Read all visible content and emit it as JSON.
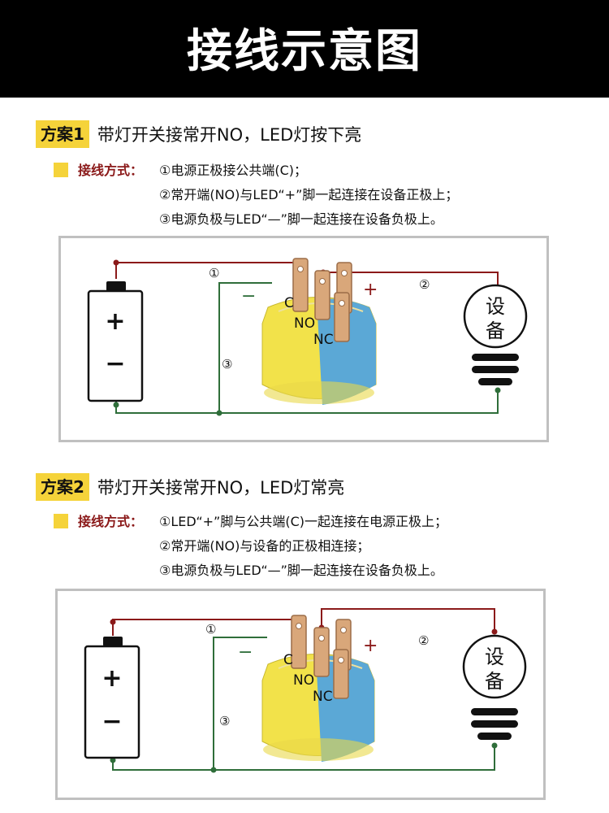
{
  "header": {
    "title": "接线示意图"
  },
  "sections": [
    {
      "badge": "方案1",
      "title": "带灯开关接常开NO，LED灯按下亮",
      "method_label": "接线方式：",
      "lines": [
        "①电源正极接公共端(C)；",
        "②常开端(NO)与LED“+”脚一起连接在设备正极上；",
        "③电源负极与LED“—”脚一起连接在设备负极上。"
      ],
      "diagram": {
        "battery_plus": "+",
        "battery_minus": "−",
        "pin_c": "C",
        "pin_no": "NO",
        "pin_nc": "NC",
        "led_minus": "−",
        "led_plus": "+",
        "wire_1": "①",
        "wire_2": "②",
        "wire_3": "③",
        "device_line1": "设",
        "device_line2": "备"
      }
    },
    {
      "badge": "方案2",
      "title": "带灯开关接常开NO，LED灯常亮",
      "method_label": "接线方式：",
      "lines": [
        "①LED“+”脚与公共端(C)一起连接在电源正极上；",
        "②常开端(NO)与设备的正极相连接；",
        "③电源负极与LED“—”脚一起连接在设备负极上。"
      ],
      "diagram": {
        "battery_plus": "+",
        "battery_minus": "−",
        "pin_c": "C",
        "pin_no": "NO",
        "pin_nc": "NC",
        "led_minus": "−",
        "led_plus": "+",
        "wire_1": "①",
        "wire_2": "②",
        "wire_3": "③",
        "device_line1": "设",
        "device_line2": "备"
      }
    }
  ],
  "colors": {
    "red_wire": "#8b1a1a",
    "green_wire": "#2f6e3a",
    "badge": "#f5d33a",
    "switch_yellow": "#f2e24a",
    "switch_blue": "#5ba8d6",
    "terminal": "#d9a77a"
  }
}
